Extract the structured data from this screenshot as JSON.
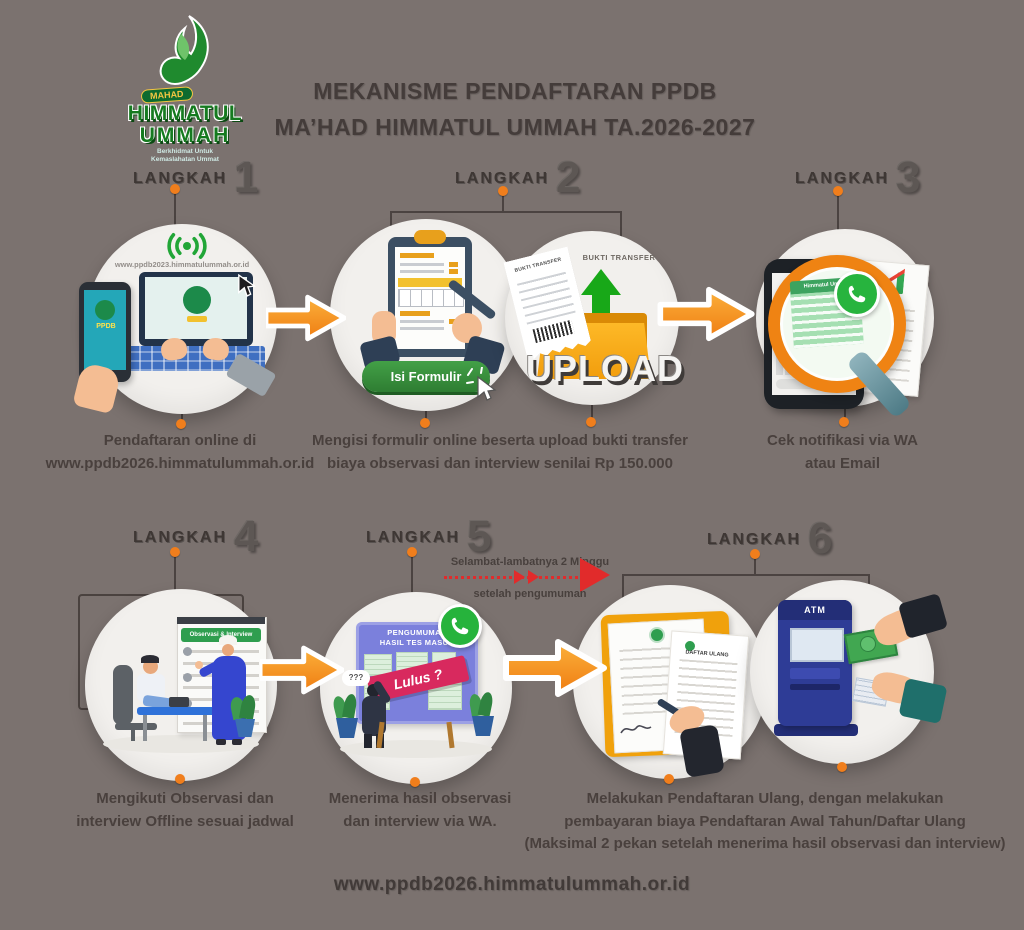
{
  "page": {
    "title_line1": "MEKANISME PENDAFTARAN PPDB",
    "title_line2": "MA’HAD HIMMATUL UMMAH TA.2026-2027",
    "footer_url": "www.ppdb2026.himmatulummah.or.id",
    "background_color": "#7b726f",
    "accent_orange": "#f07e1c",
    "line_color": "#4b4341",
    "red_accent": "#e12b2b"
  },
  "logo": {
    "badge": "MAHAD",
    "name_line1": "HIMMATUL",
    "name_line2": "UMMAH",
    "tagline_line1": "Berkhidmat Untuk",
    "tagline_line2": "Kemaslahatan Ummat"
  },
  "note": {
    "line1": "Selambat-lambatnya 2 Minggu",
    "line2": "setelah pengumuman"
  },
  "steps": [
    {
      "label": "LANGKAH",
      "number": "1",
      "caption": "Pendaftaran online di\nwww.ppdb2026.himmatulummah.or.id",
      "art": {
        "url": "www.ppdb2023.himmatulummah.or.id",
        "poster": "PPDB"
      }
    },
    {
      "label": "LANGKAH",
      "number": "2",
      "caption": "Mengisi formulir online beserta upload bukti transfer\nbiaya observasi dan interview senilai Rp 150.000",
      "art": {
        "button": "Isi Formulir",
        "upload_label": "BUKTI TRANSFER",
        "receipt_label": "BUKTI TRANSFER",
        "upload_word": "UPLOAD"
      }
    },
    {
      "label": "LANGKAH",
      "number": "3",
      "caption": "Cek notifikasi via WA\natau Email",
      "art": {
        "chat_header": "Himmatul Ummah"
      }
    },
    {
      "label": "LANGKAH",
      "number": "4",
      "caption": "Mengikuti Observasi dan\ninterview Offline sesuai jadwal",
      "art": {
        "board_header": "Observasi & Interview"
      }
    },
    {
      "label": "LANGKAH",
      "number": "5",
      "caption": "Menerima hasil observasi\ndan interview via WA.",
      "art": {
        "board_title": "PENGUMUMAN\nHASIL TES MASUK",
        "banner": "Lulus ?",
        "question": "???"
      }
    },
    {
      "label": "LANGKAH",
      "number": "6",
      "caption": "Melakukan Pendaftaran Ulang, dengan melakukan\npembayaran biaya Pendaftaran Awal Tahun/Daftar Ulang\n(Maksimal 2 pekan setelah menerima hasil observasi dan interview)",
      "art": {
        "doc_label": "DAFTAR ULANG",
        "atm_label": "ATM"
      }
    }
  ]
}
